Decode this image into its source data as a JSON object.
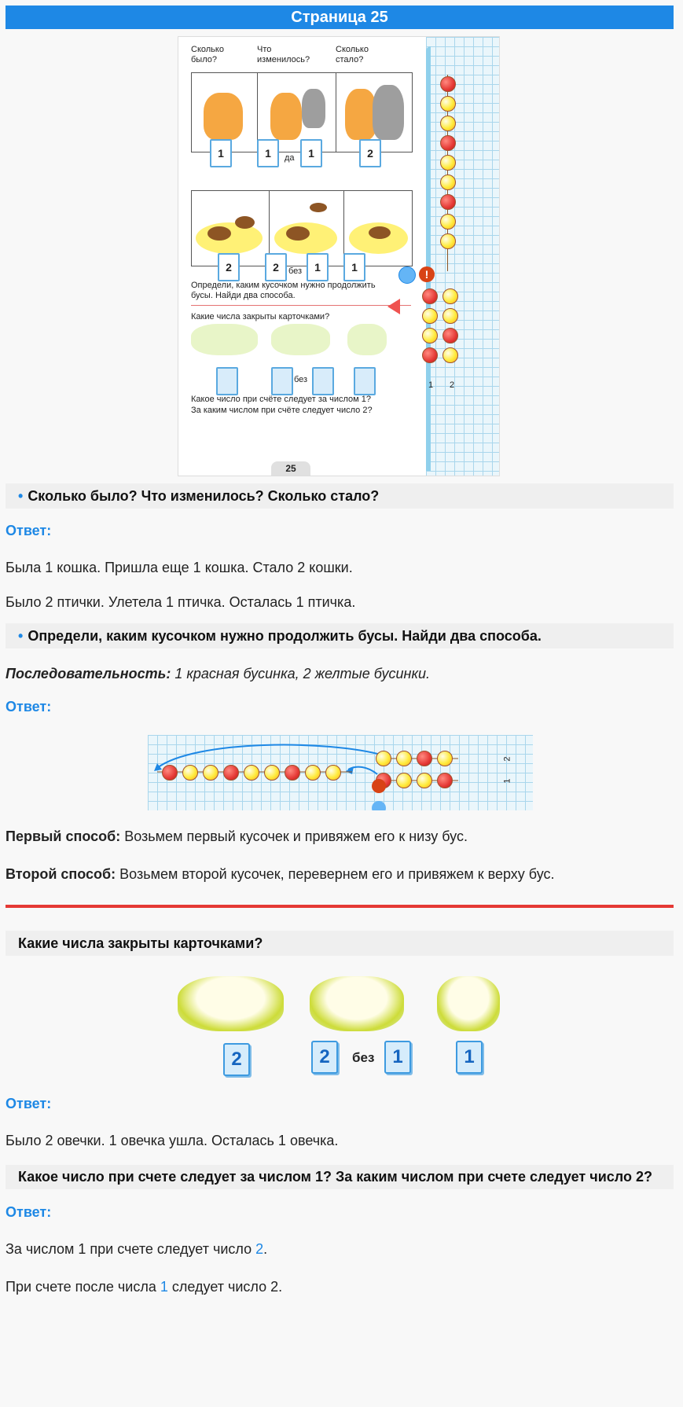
{
  "header": {
    "title": "Страница 25"
  },
  "textbook": {
    "q_headers": [
      "Сколько было?",
      "Что изменилось?",
      "Сколько стало?"
    ],
    "cats_cards": [
      "1",
      "1",
      "1",
      "2"
    ],
    "cats_word": "да",
    "birds_cards": [
      "2",
      "2",
      "1",
      "1"
    ],
    "birds_word": "без",
    "beads_task": "Определи, каким кусочком нужно продолжить бусы. Найди два способа.",
    "cards_task": "Какие числа закрыты карточками?",
    "sheep_word": "без",
    "count_task_1": "Какое число при счёте следует за числом 1?",
    "count_task_2": "За каким числом при счёте следует число 2?",
    "page_number": "25",
    "piece_labels": [
      "1",
      "2"
    ]
  },
  "section1": {
    "question": "Сколько было? Что изменилось? Сколько стало?",
    "answer_label": "Ответ:",
    "answer_lines": [
      "Была 1 кошка. Пришла еще 1 кошка. Стало 2 кошки.",
      "Было 2 птички. Улетела 1 птичка. Осталась 1 птичка."
    ]
  },
  "section2": {
    "question": "Определи, каким кусочком нужно продолжить бусы. Найди два способа.",
    "sequence_label": "Последовательность:",
    "sequence_text": "1 красная бусинка, 2 желтые бусинки.",
    "answer_label": "Ответ:",
    "piece_labels": [
      "2",
      "1"
    ],
    "way1_label": "Первый способ:",
    "way1_text": "Возьмем первый кусочек и привяжем его к низу бус.",
    "way2_label": "Второй способ:",
    "way2_text": "Возьмем второй кусочек, перевернем его и привяжем к верху бус."
  },
  "section3": {
    "question": "Какие числа закрыты карточками?",
    "cards": [
      "2",
      "2",
      "1",
      "1"
    ],
    "word": "без",
    "answer_label": "Ответ:",
    "answer_text": "Было 2 овечки. 1 овечка ушла. Осталась 1 овечка."
  },
  "section4": {
    "question": "Какое число при счете следует за числом 1? За каким числом при счете следует число 2?",
    "answer_label": "Ответ:",
    "line1_prefix": "За числом 1 при счете следует число",
    "line1_num": "2",
    "line1_suffix": ".",
    "line2_prefix": "При счете после числа",
    "line2_num": "1",
    "line2_suffix": "следует число 2."
  },
  "colors": {
    "accent": "#1e88e5",
    "divider": "#e53935",
    "header_bg": "#1e88e5",
    "section_bg": "#efefef"
  }
}
